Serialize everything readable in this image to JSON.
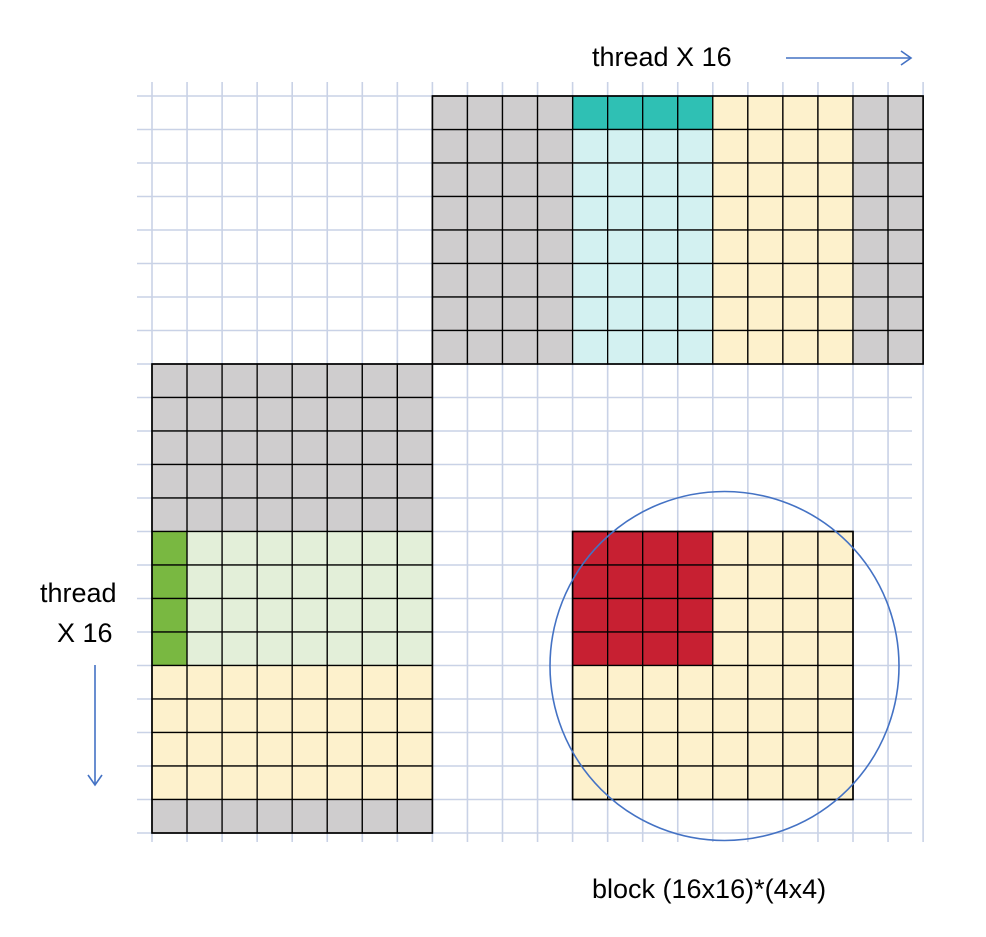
{
  "labels": {
    "top": "thread  X 16",
    "left_line1": "thread",
    "left_line2": "X 16",
    "bottom": "block (16x16)*(4x4)"
  },
  "colors": {
    "background_grid": "#c9d2e6",
    "gray": "#cfcdce",
    "yellow": "#fdf1cc",
    "teal": "#2fc0b4",
    "light_teal": "#d3f1f1",
    "green": "#79b841",
    "light_green": "#e3efd9",
    "red": "#c72032",
    "cell_border": "#000000",
    "arrow": "#4472c4"
  }
}
